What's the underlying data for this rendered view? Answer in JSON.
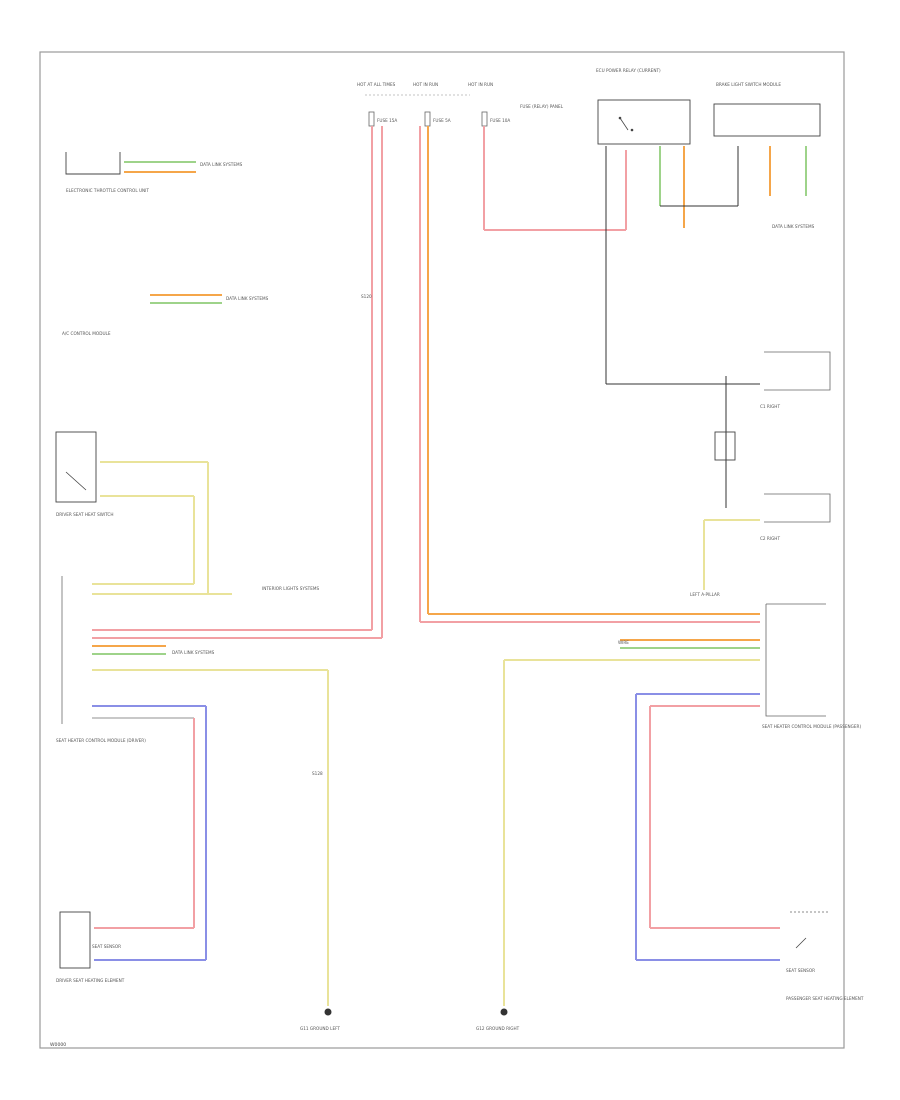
{
  "colors": {
    "red": "#f2a0a4",
    "orange": "#f5a64a",
    "yellow": "#e9e39a",
    "green": "#9ed38a",
    "blue": "#8a8fe6",
    "white": "#c8c8c8",
    "black": "#333333",
    "frame": "#9a9a9a"
  },
  "labels": {
    "hot1": "HOT AT ALL TIMES",
    "hot2": "HOT IN RUN",
    "hot3": "HOT IN RUN",
    "fuse1": "FUSE 15A",
    "fuse2": "FUSE 5A",
    "fuse3": "FUSE 10A",
    "fuse_block": "FUSE (RELAY) PANEL",
    "relay_top": "ECU POWER RELAY (CURRENT)",
    "ecm_right": "BRAKE LIGHT SWITCH MODULE",
    "ecm_left": "ELECTRONIC THROTTLE CONTROL UNIT",
    "hvac": "A/C CONTROL MODULE",
    "driver_switch": "DRIVER SEAT HEAT SWITCH",
    "left_module": "SEAT HEATER CONTROL MODULE (DRIVER)",
    "right_module": "SEAT HEATER CONTROL MODULE (PASSENGER)",
    "left_seat": "DRIVER SEAT HEATING ELEMENT",
    "right_seat": "PASSENGER SEAT HEATING ELEMENT",
    "sensor": "SEAT SENSOR",
    "ground_left": "G11 GROUND LEFT",
    "ground_right": "G12 GROUND RIGHT",
    "splice1": "S128",
    "splice2": "S120",
    "data_link_1": "DATA LINK SYSTEMS",
    "data_link_2": "DATA LINK SYSTEMS",
    "data_link_3": "DATA LINK SYSTEMS",
    "data_link_4": "DATA LINK SYSTEMS",
    "interior_lights": "INTERIOR LIGHTS SYSTEMS",
    "left_side": "LEFT A-PILLAR",
    "connector_right1": "C1 RIGHT",
    "connector_right2": "C2 RIGHT",
    "wire_top": "WIRE",
    "footer": "W0000"
  }
}
